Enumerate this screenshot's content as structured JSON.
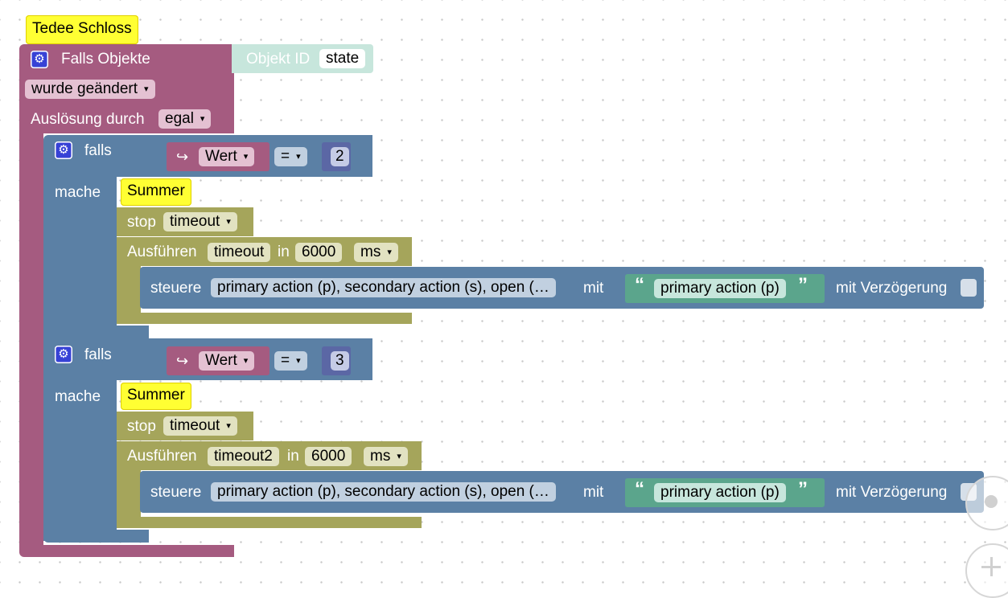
{
  "script": {
    "comment": "Tedee Schloss",
    "trigger": {
      "title": "Falls Objekte",
      "object_id_label": "Objekt ID",
      "object_id_value": "state",
      "change_mode": "wurde geändert",
      "triggered_by_label": "Auslösung durch",
      "triggered_by_value": "egal"
    },
    "branches": [
      {
        "if_label": "falls",
        "do_label": "mache",
        "value_label": "Wert",
        "operator": "=",
        "compare_value": "2",
        "comment": "Summer",
        "stop_label": "stop",
        "stop_target": "timeout",
        "run_label": "Ausführen",
        "timer_name": "timeout",
        "in_label": "in",
        "delay_value": "6000",
        "unit": "ms",
        "control_label": "steuere",
        "control_target": "primary action (p), secondary action (s), open (…",
        "with_label": "mit",
        "string_value": "primary action (p)",
        "delay_label": "mit Verzögerung"
      },
      {
        "if_label": "falls",
        "do_label": "mache",
        "value_label": "Wert",
        "operator": "=",
        "compare_value": "3",
        "comment": "Summer",
        "stop_label": "stop",
        "stop_target": "timeout",
        "run_label": "Ausführen",
        "timer_name": "timeout2",
        "in_label": "in",
        "delay_value": "6000",
        "unit": "ms",
        "control_label": "steuere",
        "control_target": "primary action (p), secondary action (s), open (…",
        "with_label": "mit",
        "string_value": "primary action (p)",
        "delay_label": "mit Verzögerung"
      }
    ]
  },
  "icons": {
    "gear": "gear-icon",
    "arrow": "arrow-return-icon",
    "quote_open": "“",
    "quote_close": "”",
    "dropdown": "chevron-down-icon"
  },
  "colors": {
    "trigger_block": "#a55b80",
    "logic_block": "#5b80a5",
    "timer_block": "#a5a55b",
    "string_block": "#5ba58c",
    "number_block": "#5b67a5",
    "comment": "#ffff33",
    "workspace": "#ffffff"
  }
}
